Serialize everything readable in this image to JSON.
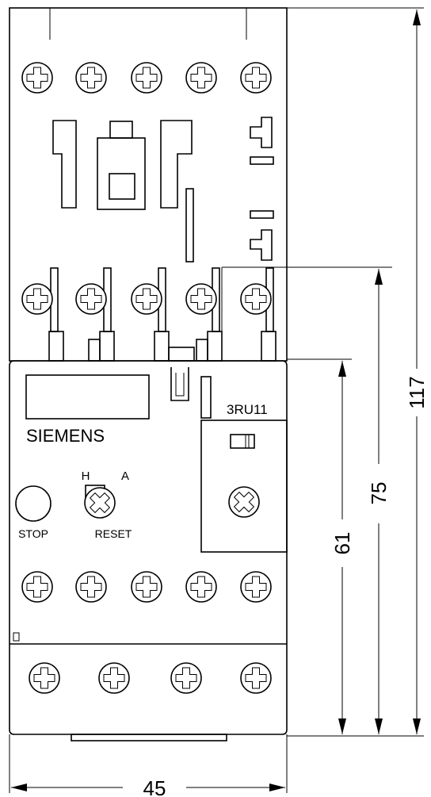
{
  "brand": "SIEMENS",
  "model": "3RU11",
  "buttons": {
    "stop": "STOP",
    "reset": "RESET",
    "mode_h": "H",
    "mode_a": "A"
  },
  "dimensions": {
    "width": "45",
    "height_total": "117",
    "height_75": "75",
    "height_61": "61"
  },
  "colors": {
    "line": "#000000",
    "background": "#ffffff"
  }
}
